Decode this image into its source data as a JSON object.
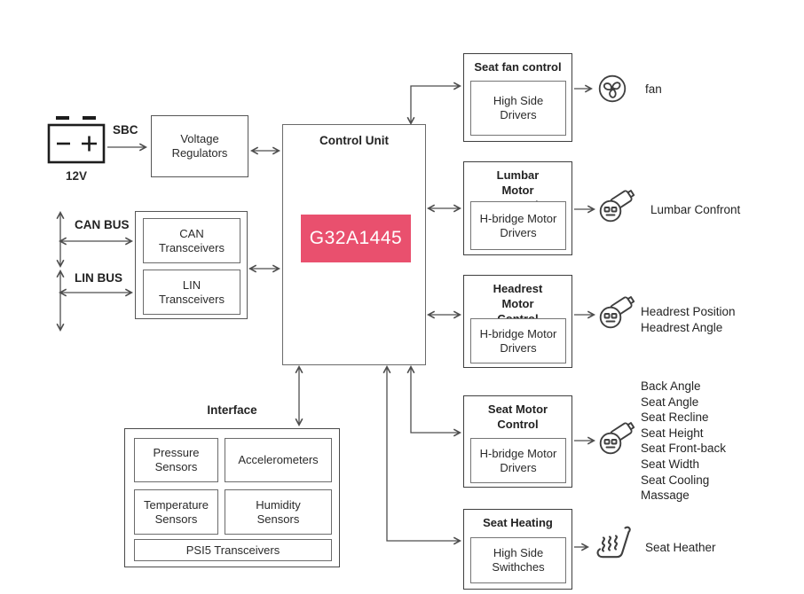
{
  "colors": {
    "accent": "#e9506e",
    "line": "#4d4d4d"
  },
  "power": {
    "battery_label": "12V",
    "sbc_label": "SBC",
    "voltage_regulators": "Voltage Regulators"
  },
  "bus": {
    "can_bus": "CAN BUS",
    "lin_bus": "LIN BUS",
    "can_transceivers": "CAN Transceivers",
    "lin_transceivers": "LIN Transceivers"
  },
  "control_unit": {
    "title": "Control Unit",
    "chip": "G32A1445"
  },
  "interface": {
    "title": "Interface",
    "pressure": "Pressure Sensors",
    "accelerometers": "Accelerometers",
    "temperature": "Temperature Sensors",
    "humidity": "Humidity Sensors",
    "psi5": "PSI5 Transceivers"
  },
  "modules": {
    "seat_fan": {
      "title": "Seat fan control",
      "driver": "High Side Drivers",
      "output": "fan",
      "icon": "fan-icon"
    },
    "lumbar": {
      "title": "Lumbar Motor Control",
      "driver": "H-bridge Motor Drivers",
      "output": "Lumbar Confront",
      "icon": "motor-icon"
    },
    "headrest": {
      "title": "Headrest Motor Control",
      "driver": "H-bridge Motor Drivers",
      "outputs": [
        "Headrest Position",
        "Headrest Angle"
      ],
      "icon": "motor-icon"
    },
    "seat_motor": {
      "title": "Seat Motor Control",
      "driver": "H-bridge Motor Drivers",
      "outputs": [
        "Back Angle",
        "Seat Angle",
        "Seat Recline",
        "Seat Height",
        "Seat Front-back",
        "Seat Width",
        "Seat Cooling",
        "Massage"
      ],
      "icon": "motor-icon"
    },
    "seat_heating": {
      "title": "Seat Heating",
      "driver": "High Side Swithches",
      "output": "Seat Heather",
      "icon": "seat-heater-icon"
    }
  }
}
